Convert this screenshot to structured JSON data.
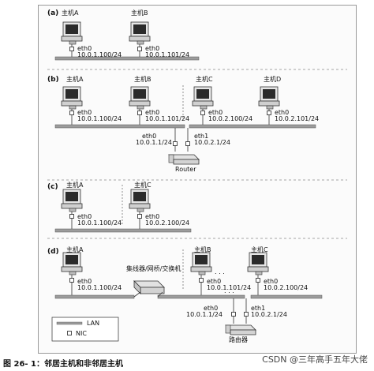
{
  "sections": {
    "a": {
      "label": "(a)",
      "host_a": "主机A",
      "host_b": "主机B",
      "nic_a": "eth0",
      "ip_a": "10.0.1.100/24",
      "nic_b": "eth0",
      "ip_b": "10.0.1.101/24"
    },
    "b": {
      "label": "(b)",
      "host_a": "主机A",
      "host_b": "主机B",
      "host_c": "主机C",
      "host_d": "主机D",
      "nic_a": "eth0",
      "ip_a": "10.0.1.100/24",
      "nic_b": "eth0",
      "ip_b": "10.0.1.101/24",
      "nic_c": "eth0",
      "ip_c": "10.0.2.100/24",
      "nic_d": "eth0",
      "ip_d": "10.0.2.101/24",
      "router_eth0": "eth0",
      "router_ip0": "10.0.1.1/24",
      "router_eth1": "eth1",
      "router_ip1": "10.0.2.1/24",
      "router": "Router"
    },
    "c": {
      "label": "(c)",
      "host_a": "主机A",
      "host_c": "主机C",
      "nic_a": "eth0",
      "ip_a": "10.0.1.100/24",
      "nic_c": "eth0",
      "ip_c": "10.0.2.100/24"
    },
    "d": {
      "label": "(d)",
      "host_a": "主机A",
      "host_b": "主机B",
      "host_c": "主机C",
      "hub": "集线器/网桥/交换机",
      "nic_a": "eth0",
      "ip_a": "10.0.1.100/24",
      "nic_b": "eth0",
      "ip_b": "10.0.1.101/24",
      "nic_c": "eth0",
      "ip_c": "10.0.2.100/24",
      "router_eth0": "eth0",
      "router_ip0": "10.0.1.1/24",
      "router_eth1": "eth1",
      "router_ip1": "10.0.2.1/24",
      "router": "路由器",
      "ellipsis_1": ". . .",
      "ellipsis_2": ". . ."
    }
  },
  "legend": {
    "lan": "LAN",
    "nic": "NIC"
  },
  "caption": "图 26- 1：邻居主机和非邻居主机",
  "watermark": "CSDN @三年高手五年大佬"
}
